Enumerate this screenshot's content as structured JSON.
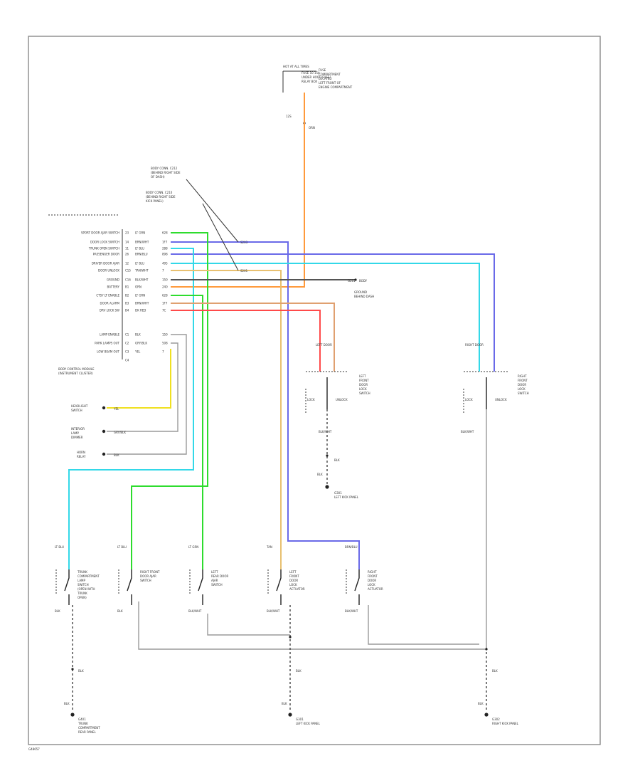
{
  "footer_code": "G48657",
  "colors": {
    "orange": "#ff9a3c",
    "blue": "#6a6ae8",
    "cyan": "#33d8e8",
    "green": "#2edc2e",
    "yellow": "#f0e020",
    "tan": "#e8c070",
    "red": "#ff4a4a",
    "gray": "#9a9a9a",
    "black": "#222222"
  },
  "hot_at_all_times": {
    "title": "HOT AT ALL TIMES",
    "fuse_label": "FUSE 10 15A",
    "panel_text": [
      "UNDER HOOD FUSE/",
      "RELAY BOX"
    ],
    "wire_code": "12S",
    "wire_color": "ORN",
    "note_lines": [
      "FUSE",
      "COMPARTMENT",
      "LOCATED",
      "LEFT FRONT OF",
      "ENGINE COMPARTMENT"
    ]
  },
  "module": {
    "title": "BODY CONTROL MODULE",
    "subtitle": [
      "(INSTRUMENT CLUSTER)",
      ""
    ],
    "pins_top": [
      {
        "name": "SPORT DOOR AJAR SWITCH",
        "pin": "23",
        "color": "LT GRN",
        "code": "628"
      },
      {
        "name": "DOOR LOCK SWITCH",
        "pin": "14",
        "color": "BRN/WHT",
        "code": "1F7"
      },
      {
        "name": "TRUNK OPEN SWITCH",
        "pin": "11",
        "color": "LT BLU",
        "code": "288"
      },
      {
        "name": "PASSENGER DOOR",
        "pin": "26",
        "color": "BRN/BLU",
        "code": "898"
      },
      {
        "name": "DRIVER DOOR AJAR",
        "pin": "12",
        "color": "LT BLU",
        "code": "495"
      },
      {
        "name": "DOOR UNLOCK",
        "pin": "C15",
        "color": "TAN/WHT",
        "code": "7"
      },
      {
        "name": "GROUND",
        "pin": "C16",
        "color": "BLK/WHT",
        "code": "150"
      },
      {
        "name": "BATTERY",
        "pin": "B1",
        "color": "ORN",
        "code": "240"
      },
      {
        "name": "CTSY LT ENABLE",
        "pin": "B2",
        "color": "LT GRN",
        "code": "628"
      },
      {
        "name": "DOOR ALARM",
        "pin": "B3",
        "color": "BRN/WHT",
        "code": "1F7"
      },
      {
        "name": "DRV LOCK SW",
        "pin": "B4",
        "color": "DK RED",
        "code": "7C"
      }
    ],
    "pins_bottom": [
      {
        "name": "LAMP ENABLE",
        "pin": "C1",
        "color": "BLK",
        "code": "150"
      },
      {
        "name": "PARK LAMPS OUT",
        "pin": "C2",
        "color": "GRY/BLK",
        "code": "508"
      },
      {
        "name": "LOW BEAM OUT",
        "pin": "C3",
        "color": "YEL",
        "code": "7"
      },
      {
        "name": "",
        "pin": "C4",
        "color": "",
        "code": ""
      }
    ],
    "splice_upper": "S203",
    "splice_lower": "S201",
    "ground_label": "G201",
    "ground_note": [
      "BODY",
      "GROUND",
      "BEHIND DASH"
    ],
    "callout_a": [
      "BODY CONN. C212",
      "(BEHIND RIGHT SIDE",
      "OF DASH)"
    ],
    "callout_b": [
      "BODY CONN. C210",
      "(BEHIND RIGHT SIDE",
      "KICK PANEL)"
    ]
  },
  "left_switches": [
    {
      "name": [
        "HEADLIGHT",
        "SWITCH"
      ],
      "wire": "YEL"
    },
    {
      "name": [
        "INTERIOR",
        "LAMP",
        "DIMMER"
      ],
      "wire": "GRY/BLK"
    },
    {
      "name": [
        "HORN",
        "RELAY"
      ],
      "wire": "BLK"
    }
  ],
  "door_lock_left": {
    "connector": "LEFT DOOR",
    "name": [
      "LEFT",
      "FRONT",
      "DOOR",
      "LOCK",
      "SWITCH"
    ],
    "lock": "LOCK",
    "unlock": "UNLOCK",
    "wire": "BLK/WHT",
    "wire2": "BLK",
    "ground": [
      "G301",
      "LEFT KICK PANEL"
    ]
  },
  "door_lock_right": {
    "connector": "RIGHT DOOR",
    "name": [
      "RIGHT",
      "FRONT",
      "DOOR",
      "LOCK",
      "SWITCH"
    ],
    "lock": "LOCK",
    "unlock": "UNLOCK",
    "wire": "BLK/WHT"
  },
  "bottom_switches": [
    {
      "top": "LT BLU",
      "name": [
        "TRUNK",
        "COMPARTMENT",
        "LAMP",
        "SWITCH",
        "(OPEN WITH",
        "TRUNK",
        "OPEN)"
      ],
      "out": "BLK"
    },
    {
      "top": "LT BLU",
      "name": [
        "RIGHT FRONT",
        "DOOR AJAR",
        "SWITCH"
      ],
      "out": "BLK"
    },
    {
      "top": "LT GRN",
      "name": [
        "LEFT",
        "REAR DOOR",
        "AJAR",
        "SWITCH"
      ],
      "out": "BLK/WHT"
    },
    {
      "top": "TAN",
      "name": [
        "LEFT",
        "FRONT",
        "DOOR",
        "LOCK",
        "ACTUATOR"
      ],
      "out": "BLK/WHT"
    },
    {
      "top": "BRN/BLU",
      "name": [
        "RIGHT",
        "FRONT",
        "DOOR",
        "LOCK",
        "ACTUATOR"
      ],
      "out": "BLK/WHT"
    }
  ],
  "grounds_bottom": [
    {
      "wire": "BLK",
      "code": "G401",
      "text": [
        "TRUNK",
        "COMPARTMENT",
        "REAR PANEL"
      ]
    },
    {
      "wire": "BLK",
      "code": "G301",
      "text": [
        "LEFT KICK PANEL"
      ]
    },
    {
      "wire": "BLK",
      "code": "G302",
      "text": [
        "RIGHT KICK PANEL"
      ]
    }
  ]
}
